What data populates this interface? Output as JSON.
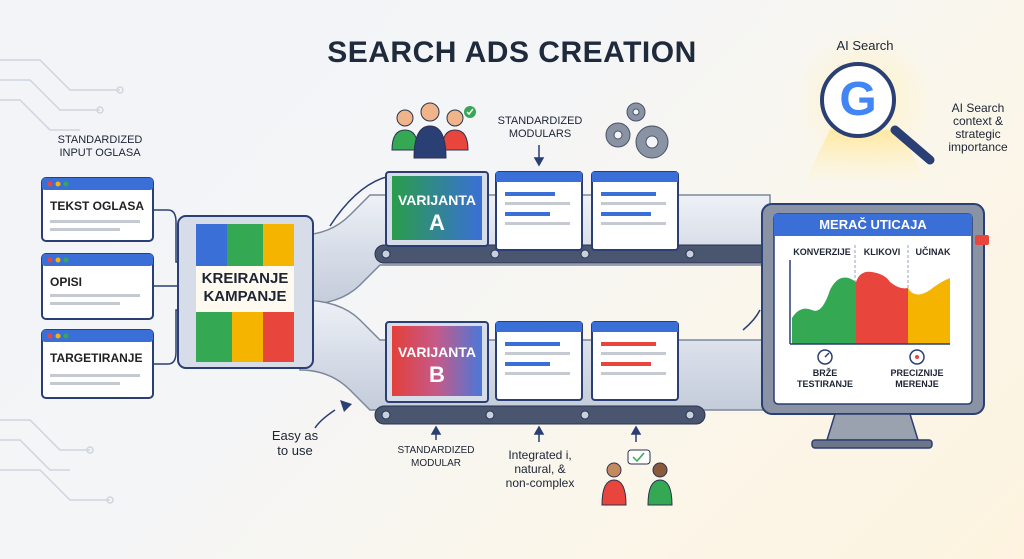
{
  "title": "SEARCH ADS CREATION",
  "input_heading": "STANDARDIZED\nINPUT OGLASA",
  "inputs": [
    {
      "label": "TEKST OGLASA"
    },
    {
      "label": "OPISI"
    },
    {
      "label": "TARGETIRANJE"
    }
  ],
  "center_box": "KREIRANJE\nKAMPANJE",
  "top_label": "STANDARDIZED\nMODULARS",
  "variant_a": {
    "word": "VARIJANTA",
    "letter": "A"
  },
  "variant_b": {
    "word": "VARIJANTA",
    "letter": "B"
  },
  "bottom_labels": {
    "easy": "Easy as\nto use",
    "modular": "STANDARDIZED\nMODULAR",
    "integrated": "Integrated i,\nnatural, &\nnon-complex"
  },
  "ai": {
    "title": "AI Search",
    "desc": "AI Search\ncontext &\nstrategic\nimportance",
    "logo_letter": "G"
  },
  "monitor": {
    "title": "MERAČ UTICAJA",
    "cols": [
      "KONVERZIJE",
      "KLIKOVI",
      "UČINAK"
    ],
    "left_icon_label": "BRŽE\nTESTIRANJE",
    "right_icon_label": "PRECIZNIJE\nMERENJE"
  },
  "colors": {
    "blue": "#3b6fd8",
    "green": "#34a853",
    "yellow": "#f4b400",
    "red": "#e8453c",
    "navy": "#2a3f73",
    "belt": "#dde3ee"
  }
}
